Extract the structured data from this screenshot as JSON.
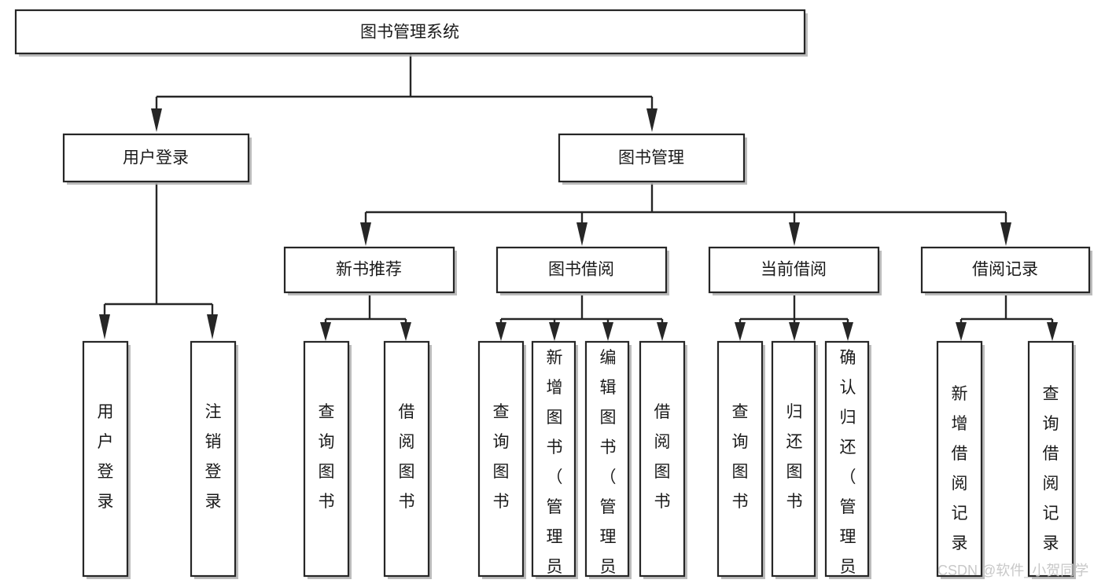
{
  "diagram": {
    "title_node": {
      "id": "root",
      "label": "图书管理系统",
      "orientation": "horizontal"
    },
    "level2": [
      {
        "id": "user-login",
        "label": "用户登录",
        "orientation": "horizontal"
      },
      {
        "id": "book-manage",
        "label": "图书管理",
        "orientation": "horizontal"
      }
    ],
    "level3": [
      {
        "id": "new-book-recommend",
        "label": "新书推荐",
        "orientation": "horizontal"
      },
      {
        "id": "book-borrow",
        "label": "图书借阅",
        "orientation": "horizontal"
      },
      {
        "id": "current-borrow",
        "label": "当前借阅",
        "orientation": "horizontal"
      },
      {
        "id": "borrow-record",
        "label": "借阅记录",
        "orientation": "horizontal"
      }
    ],
    "leaves": {
      "user_login_children": [
        {
          "id": "leaf-user-login",
          "label": "用户登录",
          "orientation": "vertical"
        },
        {
          "id": "leaf-logout-login",
          "label": "注销登录",
          "orientation": "vertical"
        }
      ],
      "new_book_recommend_children": [
        {
          "id": "leaf-query-books-1",
          "label": "查询图书",
          "orientation": "vertical"
        },
        {
          "id": "leaf-borrow-books-1",
          "label": "借阅图书",
          "orientation": "vertical"
        }
      ],
      "book_borrow_children": [
        {
          "id": "leaf-query-books-2",
          "label": "查询图书",
          "orientation": "vertical"
        },
        {
          "id": "leaf-add-book-admin",
          "label": "新增图书（管理员）",
          "orientation": "vertical"
        },
        {
          "id": "leaf-edit-book-admin",
          "label": "编辑图书（管理员）",
          "orientation": "vertical"
        },
        {
          "id": "leaf-borrow-books-2",
          "label": "借阅图书",
          "orientation": "vertical"
        }
      ],
      "current_borrow_children": [
        {
          "id": "leaf-query-books-3",
          "label": "查询图书",
          "orientation": "vertical"
        },
        {
          "id": "leaf-return-books",
          "label": "归还图书",
          "orientation": "vertical"
        },
        {
          "id": "leaf-confirm-return-admin",
          "label": "确认归还（管理员）",
          "orientation": "vertical"
        }
      ],
      "borrow_record_children": [
        {
          "id": "leaf-add-borrow-record",
          "label": "新增借阅记录",
          "orientation": "vertical"
        },
        {
          "id": "leaf-query-borrow-record",
          "label": "查询借阅记录",
          "orientation": "vertical"
        }
      ]
    },
    "colors": {
      "stroke": "#262626",
      "fill": "#ffffff",
      "text": "#1a1a1a",
      "shadow": "#b0b0b0",
      "watermark": "#c8c8c8"
    }
  },
  "watermark": {
    "label": "CSDN @软件_小贺同学"
  }
}
